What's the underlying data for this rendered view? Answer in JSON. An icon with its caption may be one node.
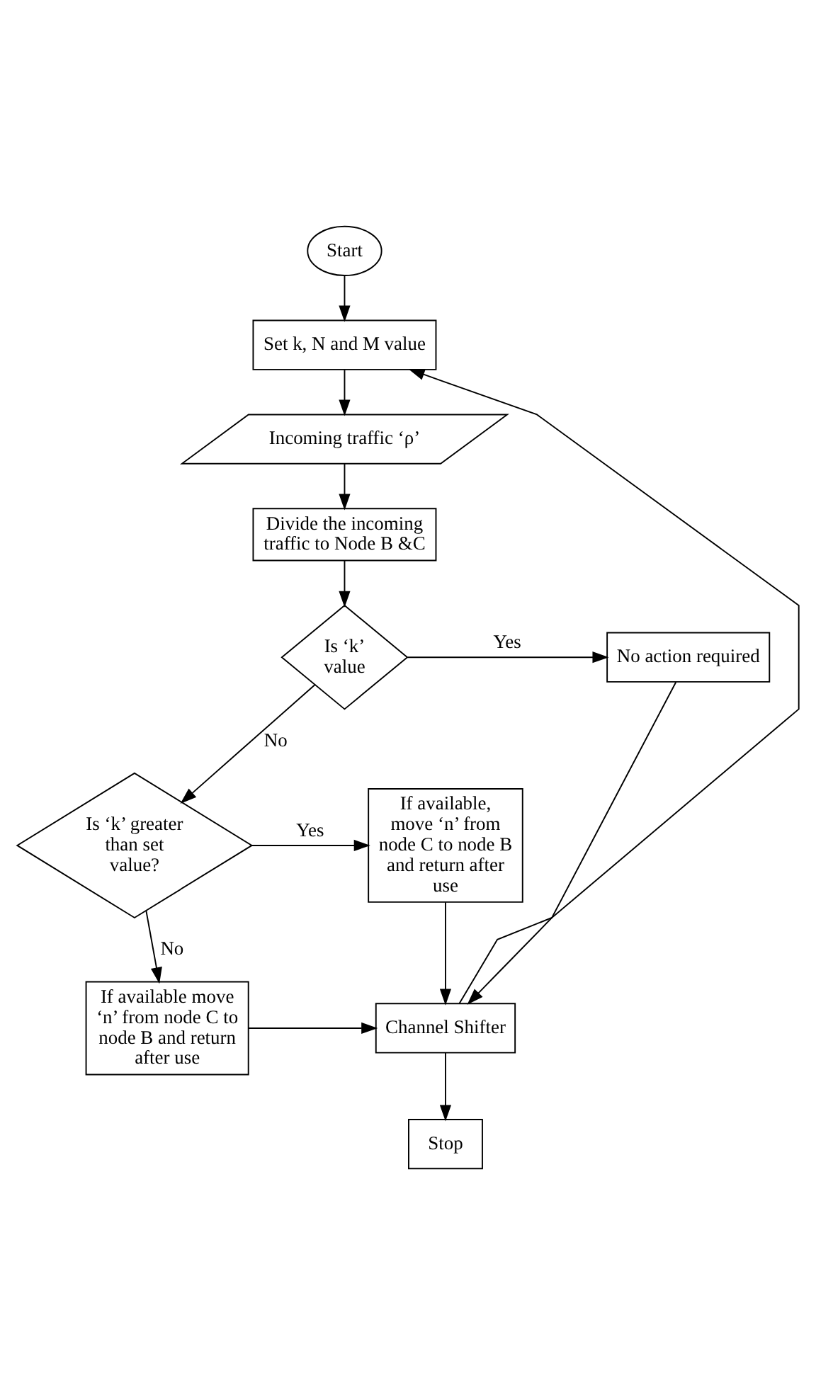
{
  "diagram": {
    "nodes": [
      {
        "text": [
          "Start"
        ]
      },
      {
        "text": [
          "Set k, N and M value"
        ]
      },
      {
        "text": [
          "Incoming traffic ‘ρ’"
        ]
      },
      {
        "text": [
          "Divide the incoming traffic to Node B &C"
        ]
      },
      {
        "text": [
          "Is ‘k’ value"
        ]
      },
      {
        "text": [
          "No action required"
        ]
      },
      {
        "text": [
          "Is ‘k’ greater than set value?"
        ]
      },
      {
        "text": [
          "If available, move ‘n’ from node C to node B and return after use"
        ]
      },
      {
        "text": [
          "If available move ‘n’ from node C to node B and return after use"
        ]
      },
      {
        "text": [
          "Channel Shifter"
        ]
      },
      {
        "text": [
          "Stop"
        ]
      }
    ],
    "edges": [
      {
        "from": 0,
        "to": 1,
        "arrow": "to"
      },
      {
        "from": 1,
        "to": 2,
        "arrow": "to"
      },
      {
        "from": 2,
        "to": 3,
        "arrow": "to"
      },
      {
        "from": 3,
        "to": 4,
        "arrow": "to"
      },
      {
        "from": 4,
        "to": 5,
        "arrow": "to",
        "label": "Yes"
      },
      {
        "from": 4,
        "to": 6,
        "arrow": "to",
        "label": "No"
      },
      {
        "from": 6,
        "to": 7,
        "arrow": "to",
        "label": "Yes"
      },
      {
        "from": 6,
        "to": 8,
        "arrow": "to",
        "label": "No"
      },
      {
        "from": 7,
        "to": 9,
        "arrow": "to"
      },
      {
        "from": 5,
        "to": 9,
        "arrow": "to"
      },
      {
        "from": 8,
        "to": 9,
        "arrow": "to"
      },
      {
        "from": 9,
        "to": 10,
        "arrow": "to"
      },
      {
        "from": 9,
        "to": 1,
        "arrow": "to"
      }
    ]
  }
}
